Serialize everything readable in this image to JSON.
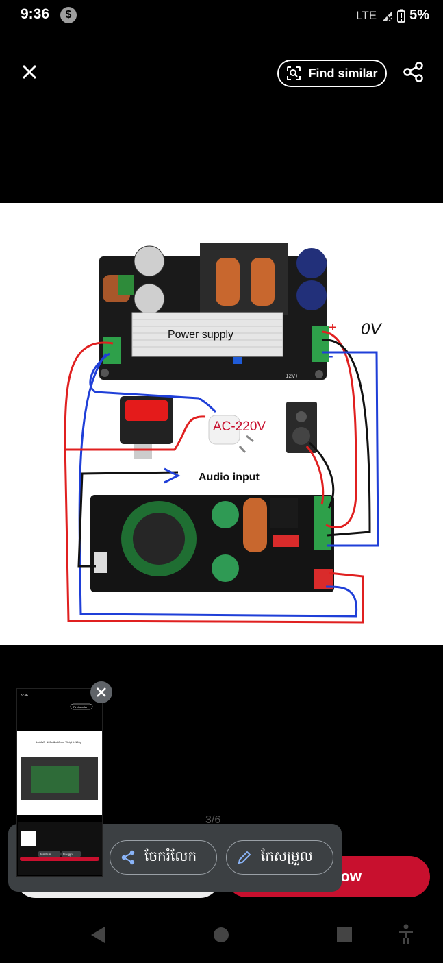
{
  "status_bar": {
    "time": "9:36",
    "dollar_icon": "$",
    "network": "LTE",
    "battery": "5%"
  },
  "top_bar": {
    "find_similar_label": "Find similar"
  },
  "image": {
    "labels": {
      "power_supply": "Power supply",
      "voltage_zero": "0V",
      "ac": "AC-220V",
      "audio_input": "Audio input",
      "plus": "+",
      "minus": "-",
      "twelve_v": "12V+"
    }
  },
  "pager": {
    "counter": "3/6"
  },
  "buttons": {
    "right_partial": "ow"
  },
  "popup": {
    "share_label": "ចែករំលែក",
    "edit_label": "កែសម្រួល"
  },
  "thumbnail": {
    "time": "9:36",
    "find_similar": "Find similar",
    "spec": "LoMaS~105x42x28mm  Weight: 100g",
    "share": "ចែករំលែក",
    "edit": "កែសម្រួល"
  },
  "colors": {
    "accent_red": "#c8102e",
    "popup_bg": "#3c4043",
    "wire_red": "#e02020",
    "wire_blue": "#1f3fd8"
  }
}
